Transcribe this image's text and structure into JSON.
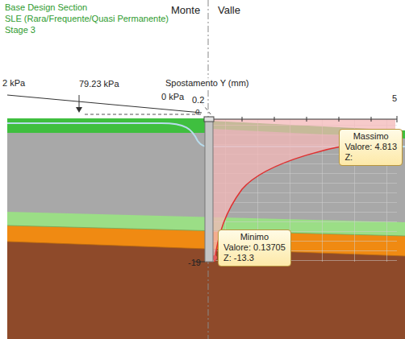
{
  "diagram": {
    "title": "Base Design Section",
    "nodes": [
      {
        "text": [
          "Massimo",
          "Valore: 4.813",
          "Z:"
        ]
      },
      {
        "text": [
          "Minimo",
          "Valore: 0.13705",
          "Z: -13.3"
        ]
      }
    ],
    "edges": [],
    "labels": [
      "SLE (Rara/Frequente/Quasi Permanente)",
      "Stage 3",
      "Monte",
      "Valle",
      "2 kPa",
      "79.23 kPa",
      "0 kPa",
      "0",
      "Spostamento Y (mm)",
      "0.2",
      "5",
      "-19"
    ]
  }
}
